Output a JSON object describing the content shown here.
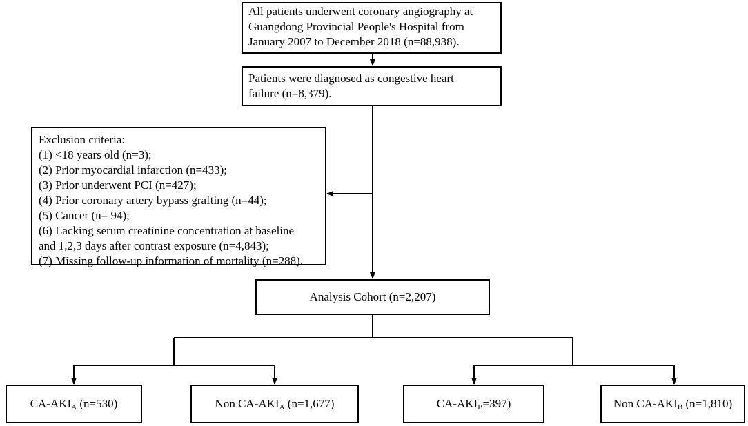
{
  "boxes": {
    "all_patients": {
      "lines": [
        "All patients  underwent coronary angiography at",
        "Guangdong Provincial People's Hospital from",
        "January 2007 to December 2018 (n=88,938)."
      ]
    },
    "chf": {
      "lines": [
        "Patients  were diagnosed as congestive heart",
        "failure (n=8,379)."
      ]
    },
    "exclusion": {
      "title": "Exclusion criteria:",
      "items": [
        "(1) <18 years old (n=3);",
        "(2) Prior myocardial infarction (n=433);",
        "(3) Prior underwent PCI (n=427);",
        "(4) Prior coronary artery bypass grafting (n=44);",
        "(5) Cancer (n= 94);",
        "(6) Lacking serum creatinine concentration at baseline",
        "and 1,2,3 days after contrast exposure (n=4,843);",
        "(7) Missing follow-up information of mortality (n=288)."
      ]
    },
    "analysis": {
      "text": "Analysis Cohort (n=2,207)"
    },
    "ca_aki_a": {
      "prefix": "CA-AKI",
      "sub": "A",
      "suffix": " (n=530)"
    },
    "non_ca_aki_a": {
      "prefix": "Non CA-AKI",
      "sub": "A",
      "suffix": " (n=1,677)"
    },
    "ca_aki_b": {
      "prefix": "CA-AKI",
      "sub": "B",
      "suffix": "=397)"
    },
    "non_ca_aki_b": {
      "prefix": "Non CA-AKI",
      "sub": "B",
      "suffix": " (n=1,810)"
    }
  }
}
